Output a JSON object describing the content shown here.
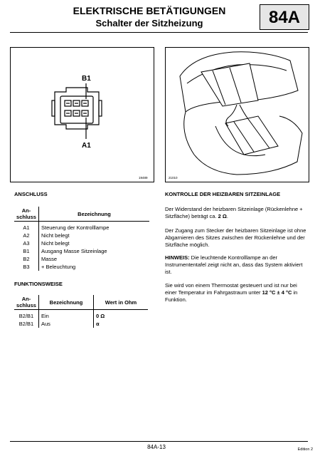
{
  "header": {
    "title": "ELEKTRISCHE BETÄTIGUNGEN",
    "subtitle": "Schalter der Sitzheizung",
    "badge": "84A"
  },
  "figures": {
    "left": {
      "label_b1": "B1",
      "label_a1": "A1",
      "number": "19489"
    },
    "right": {
      "number": "21010"
    }
  },
  "anschluss": {
    "heading": "ANSCHLUSS",
    "col1": [
      "An-",
      "schluss"
    ],
    "col2": "Bezeichnung",
    "rows": [
      [
        "A1",
        "Steuerung der Kontrolllampe"
      ],
      [
        "A2",
        "Nicht belegt"
      ],
      [
        "A3",
        "Nicht belegt"
      ],
      [
        "B1",
        "Ausgang Masse Sitzeinlage"
      ],
      [
        "B2",
        "Masse"
      ],
      [
        "B3",
        "+ Beleuchtung"
      ]
    ]
  },
  "funktion": {
    "heading": "FUNKTIONSWEISE",
    "col1": [
      "An-",
      "schluss"
    ],
    "col2": "Bezeichnung",
    "col3": "Wert in Ohm",
    "rows": [
      [
        "B2/B1",
        "Ein",
        "0 Ω"
      ],
      [
        "B2/B1",
        "Aus",
        "α"
      ]
    ]
  },
  "kontrolle": {
    "heading": "KONTROLLE DER HEIZBAREN SITZEINLAGE",
    "p1": "Der Widerstand der heizbaren Sitzeinlage (Rückenlehne + Sitzfläche) beträgt ca.",
    "p1_value": "2 Ω",
    "p1_end": ".",
    "p2": "Der Zugang zum Stecker der heizbaren Sitzeinlage ist ohne Abgarnieren des Sitzes zwischen der Rückenlehne und der Sitzfläche möglich.",
    "hinweis_label": "HINWEIS:",
    "hinweis_text": " Die leuchtende Kontrolllampe an der Instrumententafel zeigt nicht an, dass das System aktiviert ist.",
    "p4": "Sie wird von einem Thermostat gesteuert und ist nur bei einer Temperatur im Fahrgastraum unter",
    "p4_value": "12 °C ± 4 °C",
    "p4_end": " in Funktion."
  },
  "footer": {
    "page": "84A-13",
    "edition": "Edition 2"
  }
}
